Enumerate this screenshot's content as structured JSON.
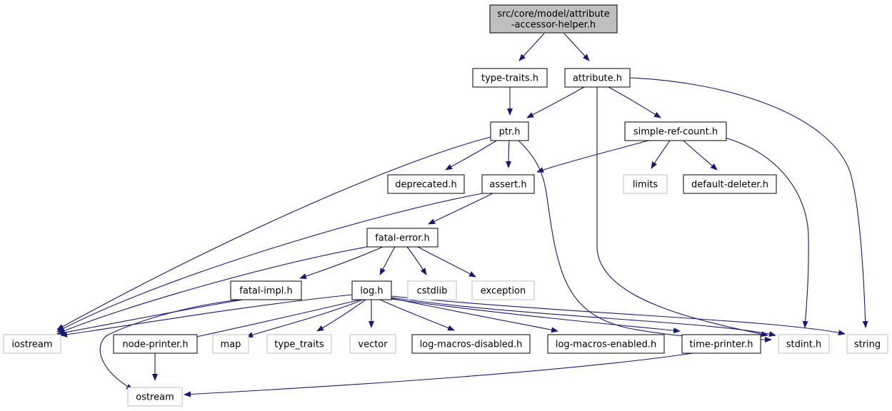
{
  "colors": {
    "edge": "#191970",
    "root_fill": "#bfbfbf",
    "node_fill": "#ffffff",
    "node_border": "#000000",
    "system_border": "#bfbfbf"
  },
  "nodes": [
    {
      "id": "root",
      "label_lines": [
        "src/core/model/attribute",
        "-accessor-helper.h"
      ],
      "kind": "root"
    },
    {
      "id": "type-traits-h",
      "label_lines": [
        "type-traits.h"
      ],
      "kind": "local"
    },
    {
      "id": "attribute-h",
      "label_lines": [
        "attribute.h"
      ],
      "kind": "local"
    },
    {
      "id": "ptr-h",
      "label_lines": [
        "ptr.h"
      ],
      "kind": "local"
    },
    {
      "id": "simple-ref-count-h",
      "label_lines": [
        "simple-ref-count.h"
      ],
      "kind": "local"
    },
    {
      "id": "deprecated-h",
      "label_lines": [
        "deprecated.h"
      ],
      "kind": "local"
    },
    {
      "id": "assert-h",
      "label_lines": [
        "assert.h"
      ],
      "kind": "local"
    },
    {
      "id": "limits",
      "label_lines": [
        "limits"
      ],
      "kind": "system"
    },
    {
      "id": "default-deleter-h",
      "label_lines": [
        "default-deleter.h"
      ],
      "kind": "local"
    },
    {
      "id": "fatal-error-h",
      "label_lines": [
        "fatal-error.h"
      ],
      "kind": "local"
    },
    {
      "id": "fatal-impl-h",
      "label_lines": [
        "fatal-impl.h"
      ],
      "kind": "local"
    },
    {
      "id": "log-h",
      "label_lines": [
        "log.h"
      ],
      "kind": "local"
    },
    {
      "id": "cstdlib",
      "label_lines": [
        "cstdlib"
      ],
      "kind": "system"
    },
    {
      "id": "exception",
      "label_lines": [
        "exception"
      ],
      "kind": "system"
    },
    {
      "id": "iostream",
      "label_lines": [
        "iostream"
      ],
      "kind": "system"
    },
    {
      "id": "node-printer-h",
      "label_lines": [
        "node-printer.h"
      ],
      "kind": "local"
    },
    {
      "id": "map",
      "label_lines": [
        "map"
      ],
      "kind": "system"
    },
    {
      "id": "type_traits",
      "label_lines": [
        "type_traits"
      ],
      "kind": "system"
    },
    {
      "id": "vector",
      "label_lines": [
        "vector"
      ],
      "kind": "system"
    },
    {
      "id": "log-macros-disabled-h",
      "label_lines": [
        "log-macros-disabled.h"
      ],
      "kind": "local"
    },
    {
      "id": "log-macros-enabled-h",
      "label_lines": [
        "log-macros-enabled.h"
      ],
      "kind": "local"
    },
    {
      "id": "time-printer-h",
      "label_lines": [
        "time-printer.h"
      ],
      "kind": "local"
    },
    {
      "id": "stdint-h",
      "label_lines": [
        "stdint.h"
      ],
      "kind": "system"
    },
    {
      "id": "string",
      "label_lines": [
        "string"
      ],
      "kind": "system"
    },
    {
      "id": "ostream",
      "label_lines": [
        "ostream"
      ],
      "kind": "system"
    }
  ],
  "edges": [
    {
      "from": "root",
      "to": "type-traits-h"
    },
    {
      "from": "root",
      "to": "attribute-h"
    },
    {
      "from": "type-traits-h",
      "to": "ptr-h"
    },
    {
      "from": "attribute-h",
      "to": "ptr-h"
    },
    {
      "from": "attribute-h",
      "to": "simple-ref-count-h"
    },
    {
      "from": "attribute-h",
      "to": "stdint-h"
    },
    {
      "from": "attribute-h",
      "to": "string"
    },
    {
      "from": "ptr-h",
      "to": "iostream"
    },
    {
      "from": "ptr-h",
      "to": "deprecated-h"
    },
    {
      "from": "ptr-h",
      "to": "assert-h"
    },
    {
      "from": "ptr-h",
      "to": "stdint-h"
    },
    {
      "from": "simple-ref-count-h",
      "to": "assert-h"
    },
    {
      "from": "simple-ref-count-h",
      "to": "limits"
    },
    {
      "from": "simple-ref-count-h",
      "to": "default-deleter-h"
    },
    {
      "from": "simple-ref-count-h",
      "to": "stdint-h"
    },
    {
      "from": "assert-h",
      "to": "iostream"
    },
    {
      "from": "assert-h",
      "to": "fatal-error-h"
    },
    {
      "from": "fatal-error-h",
      "to": "iostream"
    },
    {
      "from": "fatal-error-h",
      "to": "fatal-impl-h"
    },
    {
      "from": "fatal-error-h",
      "to": "log-h"
    },
    {
      "from": "fatal-error-h",
      "to": "cstdlib"
    },
    {
      "from": "fatal-error-h",
      "to": "exception"
    },
    {
      "from": "fatal-impl-h",
      "to": "iostream"
    },
    {
      "from": "fatal-impl-h",
      "to": "ostream"
    },
    {
      "from": "log-h",
      "to": "iostream"
    },
    {
      "from": "log-h",
      "to": "node-printer-h"
    },
    {
      "from": "log-h",
      "to": "map"
    },
    {
      "from": "log-h",
      "to": "type_traits"
    },
    {
      "from": "log-h",
      "to": "vector"
    },
    {
      "from": "log-h",
      "to": "log-macros-disabled-h"
    },
    {
      "from": "log-h",
      "to": "log-macros-enabled-h"
    },
    {
      "from": "log-h",
      "to": "time-printer-h"
    },
    {
      "from": "log-h",
      "to": "stdint-h"
    },
    {
      "from": "log-h",
      "to": "string"
    },
    {
      "from": "node-printer-h",
      "to": "ostream"
    },
    {
      "from": "time-printer-h",
      "to": "ostream"
    }
  ]
}
